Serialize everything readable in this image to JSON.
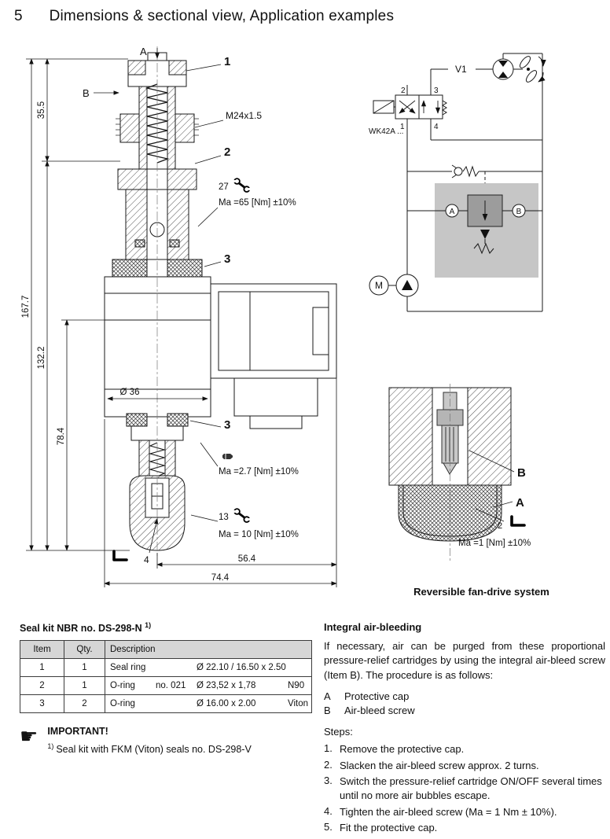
{
  "page": {
    "section_number": "5",
    "title": "Dimensions & sectional view, Application examples"
  },
  "drawing": {
    "label_a": "A",
    "label_b": "B",
    "callout_1": "1",
    "callout_2": "2",
    "callout_3": "3",
    "callout_3b": "3",
    "callout_4": "4",
    "thread": "M24x1.5",
    "wrench_size_27": "27",
    "torque_65": "Ma =65 [Nm] ±10%",
    "torque_2_7": "Ma =2.7 [Nm] ±10%",
    "wrench_size_13": "13",
    "torque_10": "Ma = 10 [Nm] ±10%",
    "dim_35_5": "35.5",
    "dim_167_7": "167.7",
    "dim_132_2": "132.2",
    "dim_78_4": "78.4",
    "dim_dia_36": "Ø 36",
    "dim_56_4": "56.4",
    "dim_74_4": "74.4"
  },
  "circuit": {
    "motor_label": "V1",
    "valve_label": "WK42A ...",
    "port_1": "1",
    "port_2": "2",
    "port_3": "3",
    "port_4": "4",
    "port_a": "A",
    "port_b": "B",
    "pump_motor": "M"
  },
  "bleed_view": {
    "label_b": "B",
    "label_a": "A",
    "hex_size": "2",
    "torque_1": "Ma =1 [Nm] ±10%",
    "caption": "Reversible fan-drive system"
  },
  "seal_kit": {
    "title": "Seal kit NBR no. DS-298-N",
    "title_footnote": "1)",
    "headers": [
      "Item",
      "Qty.",
      "Description"
    ],
    "rows": [
      {
        "item": "1",
        "qty": "1",
        "name": "Seal ring",
        "note": "",
        "size": "Ø 22.10 / 16.50 x 2.50",
        "material": ""
      },
      {
        "item": "2",
        "qty": "1",
        "name": "O-ring",
        "note": "no. 021",
        "size": "Ø 23,52 x 1,78",
        "material": "N90"
      },
      {
        "item": "3",
        "qty": "2",
        "name": "O-ring",
        "note": "",
        "size": "Ø 16.00 x 2.00",
        "material": "Viton"
      }
    ],
    "important": "IMPORTANT!",
    "footnote_marker": "1)",
    "footnote_text": "Seal kit with FKM (Viton) seals no. DS-298-V"
  },
  "air_bleeding": {
    "title": "Integral air-bleeding",
    "intro": "If necessary, air can be purged from these proportional pressure-relief cartridges by using the integral air-bleed screw (Item B). The procedure is as follows:",
    "legend": [
      {
        "key": "A",
        "text": "Protective cap"
      },
      {
        "key": "B",
        "text": "Air-bleed screw"
      }
    ],
    "steps_label": "Steps:",
    "steps": [
      {
        "num": "1.",
        "text": "Remove the protective cap."
      },
      {
        "num": "2.",
        "text": "Slacken the air-bleed screw approx. 2 turns."
      },
      {
        "num": "3.",
        "text": "Switch the pressure-relief cartridge ON/OFF several times until no more air bubbles escape."
      },
      {
        "num": "4.",
        "text": "Tighten the air-bleed screw (Ma = 1 Nm ± 10%)."
      },
      {
        "num": "5.",
        "text": "Fit the protective cap."
      }
    ]
  }
}
